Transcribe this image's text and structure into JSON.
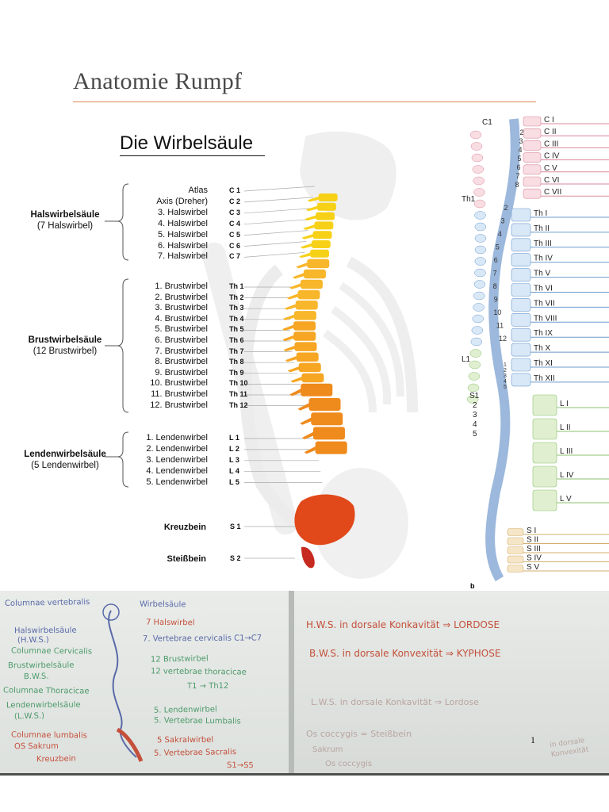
{
  "page": {
    "title": "Anatomie Rumpf",
    "number": "1"
  },
  "figure_a": {
    "title": "Die Wirbelsäule",
    "groups": [
      {
        "name": "Halswirbelsäule",
        "sub": "(7 Halswirbel)",
        "rows": [
          {
            "label": "Atlas",
            "code": "C 1"
          },
          {
            "label": "Axis (Dreher)",
            "code": "C 2"
          },
          {
            "label": "3. Halswirbel",
            "code": "C 3"
          },
          {
            "label": "4. Halswirbel",
            "code": "C 4"
          },
          {
            "label": "5. Halswirbel",
            "code": "C 5"
          },
          {
            "label": "6. Halswirbel",
            "code": "C 6"
          },
          {
            "label": "7. Halswirbel",
            "code": "C 7"
          }
        ]
      },
      {
        "name": "Brustwirbelsäule",
        "sub": "(12 Brustwirbel)",
        "rows": [
          {
            "label": "1. Brustwirbel",
            "code": "Th 1"
          },
          {
            "label": "2. Brustwirbel",
            "code": "Th 2"
          },
          {
            "label": "3. Brustwirbel",
            "code": "Th 3"
          },
          {
            "label": "4. Brustwirbel",
            "code": "Th 4"
          },
          {
            "label": "5. Brustwirbel",
            "code": "Th 5"
          },
          {
            "label": "6. Brustwirbel",
            "code": "Th 6"
          },
          {
            "label": "7. Brustwirbel",
            "code": "Th 7"
          },
          {
            "label": "8. Brustwirbel",
            "code": "Th 8"
          },
          {
            "label": "9. Brustwirbel",
            "code": "Th 9"
          },
          {
            "label": "10. Brustwirbel",
            "code": "Th 10"
          },
          {
            "label": "11. Brustwirbel",
            "code": "Th 11"
          },
          {
            "label": "12. Brustwirbel",
            "code": "Th 12"
          }
        ]
      },
      {
        "name": "Lendenwirbelsäule",
        "sub": "(5 Lendenwirbel)",
        "rows": [
          {
            "label": "1. Lendenwirbel",
            "code": "L 1"
          },
          {
            "label": "2. Lendenwirbel",
            "code": "L 2"
          },
          {
            "label": "3. Lendenwirbel",
            "code": "L 3"
          },
          {
            "label": "4. Lendenwirbel",
            "code": "L 4"
          },
          {
            "label": "5. Lendenwirbel",
            "code": "L 5"
          }
        ]
      }
    ],
    "extra": [
      {
        "label": "Kreuzbein",
        "code": "S 1"
      },
      {
        "label": "Steißbein",
        "code": "S 2"
      }
    ]
  },
  "figure_b": {
    "letter": "b",
    "left_labels": [
      "C1",
      "Th1",
      "L1",
      "S1",
      "2",
      "3",
      "4",
      "5"
    ],
    "segment_numbers": [
      "2",
      "3",
      "4",
      "5",
      "6",
      "7",
      "8",
      "2",
      "3",
      "4",
      "5",
      "6",
      "7",
      "8",
      "9",
      "10",
      "11",
      "12",
      "1",
      "2",
      "3",
      "4",
      "5"
    ],
    "right_labels": [
      "C I",
      "C II",
      "C III",
      "C IV",
      "C V",
      "C VI",
      "C VII",
      "Th I",
      "Th II",
      "Th III",
      "Th IV",
      "Th V",
      "Th VI",
      "Th VII",
      "Th VIII",
      "Th IX",
      "Th X",
      "Th XI",
      "Th XII",
      "L I",
      "L II",
      "L III",
      "L IV",
      "L V",
      "S I",
      "S II",
      "S III",
      "S IV",
      "S V"
    ]
  },
  "whiteboard": {
    "left": [
      "Columnae vertebralis",
      "Wirbelsäule",
      "Halswirbelsäule",
      "(H.W.S.)",
      "Columnae Cervicalis",
      "Brustwirbelsäule",
      "B.W.S.",
      "Columnae Thoracicae",
      "Lendenwirbelsäule",
      "(L.W.S.)",
      "Columnae lumbalis",
      "OS Sakrum",
      "Kreuzbein",
      "7 Halswirbel",
      "7. Vertebrae cervicalis C1→C7",
      "12 Brustwirbel",
      "12 vertebrae thoracicae",
      "T1 → Th12",
      "5. Lendenwirbel",
      "5. Vertebrae Lumbalis",
      "5 Sakralwirbel",
      "5. Vertebrae Sacralis",
      "S1→S5"
    ],
    "right": [
      "H.W.S. in dorsale Konkavität ⇒ LORDOSE",
      "B.W.S. in dorsale Konvexität ⇒ KYPHOSE",
      "L.W.S. in dorsale Konkavität ⇒ Lordose",
      "Os coccygis = Steißbein",
      "Sakrum",
      "Os coccygis",
      "in dorsale Konvexität"
    ]
  },
  "colors": {
    "cervical_yellow": "#f7d118",
    "thoracic_orange": "#f6a623",
    "lumbar_orange": "#ef8a1c",
    "sacrum_red": "#e1481a",
    "coccyx_red": "#c62a1e",
    "diagram_pink": "#f2c4cf",
    "diagram_blue": "#bcd5ee",
    "diagram_green": "#cfe6b7",
    "diagram_beige": "#f3dcb6",
    "ink_red": "#c4503c",
    "ink_green": "#4d9a6a",
    "ink_blue": "#5a6aa8"
  }
}
